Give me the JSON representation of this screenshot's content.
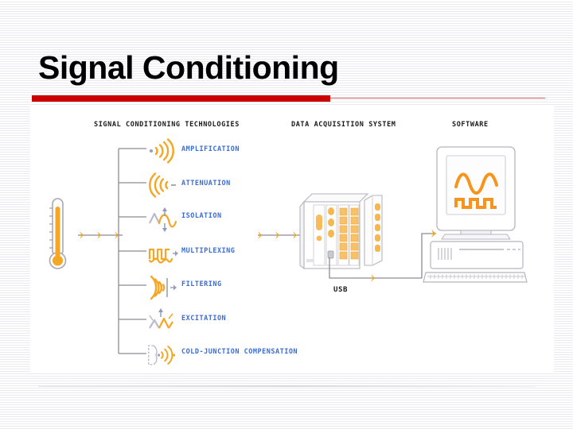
{
  "slide": {
    "title": "Signal Conditioning",
    "accent_color": "#cc0000",
    "icon_color": "#f5a623",
    "label_color": "#3b6cd4",
    "line_color": "#8b8b93"
  },
  "diagram": {
    "headers": {
      "technologies": "SIGNAL CONDITIONING TECHNOLOGIES",
      "daq": "DATA ACQUISITION SYSTEM",
      "software": "SOFTWARE"
    },
    "sensor": {
      "name": "thermometer-sensor"
    },
    "technologies": [
      {
        "label": "AMPLIFICATION",
        "icon": "amplification-icon"
      },
      {
        "label": "ATTENUATION",
        "icon": "attenuation-icon"
      },
      {
        "label": "ISOLATION",
        "icon": "isolation-icon"
      },
      {
        "label": "MULTIPLEXING",
        "icon": "multiplexing-icon"
      },
      {
        "label": "FILTERING",
        "icon": "filtering-icon"
      },
      {
        "label": "EXCITATION",
        "icon": "excitation-icon"
      },
      {
        "label": "COLD-JUNCTION COMPENSATION",
        "icon": "cold-junction-compensation-icon"
      }
    ],
    "connection": {
      "usb_label": "USB"
    },
    "software": {
      "waveforms": [
        "sine-wave",
        "square-wave"
      ]
    }
  }
}
